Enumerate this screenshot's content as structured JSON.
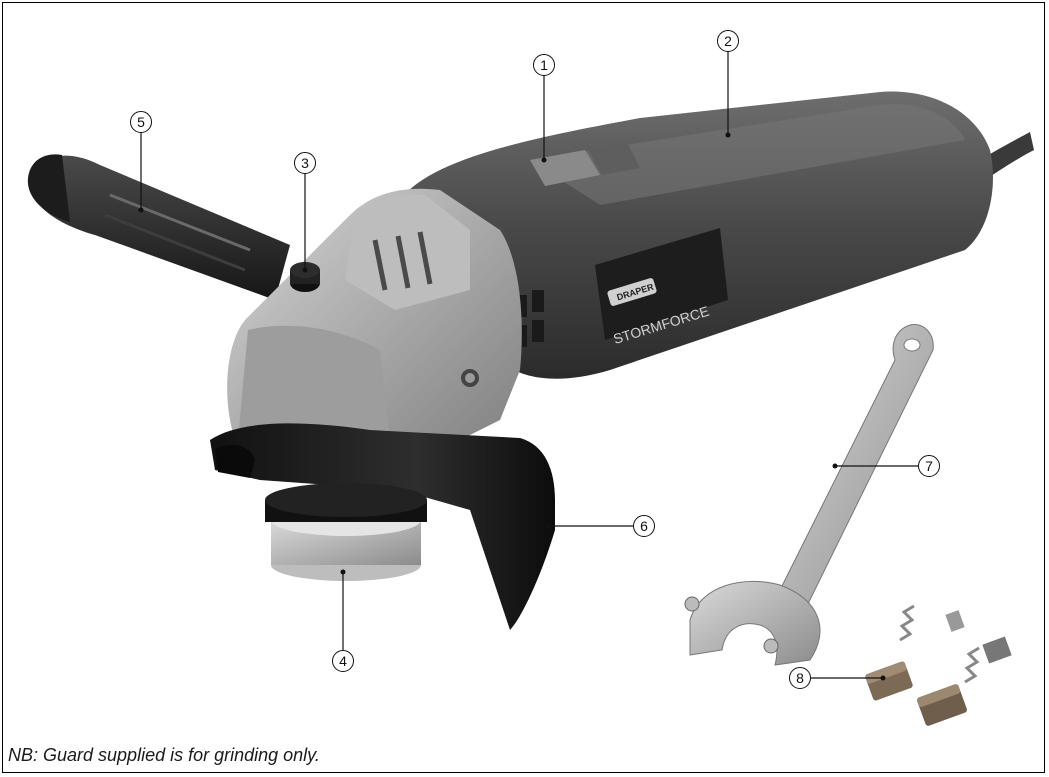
{
  "figure": {
    "callouts": [
      "1",
      "2",
      "3",
      "4",
      "5",
      "6",
      "7",
      "8"
    ],
    "brand_logo": "DRAPER",
    "product_logo": "STORMFORCE",
    "note": "NB: Guard supplied is for grinding only."
  }
}
